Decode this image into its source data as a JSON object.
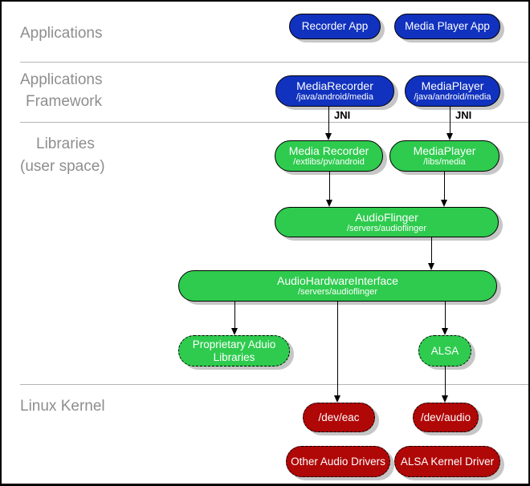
{
  "sections": {
    "applications": {
      "label": "Applications"
    },
    "framework": {
      "line1": "Applications",
      "line2": "Framework"
    },
    "libraries": {
      "line1": "Libraries",
      "line2": "(user space)"
    },
    "kernel": {
      "label": "Linux Kernel"
    }
  },
  "edge_labels": {
    "jni_left": "JNI",
    "jni_right": "JNI"
  },
  "nodes": {
    "recorder_app": {
      "label": "Recorder App"
    },
    "media_player_app": {
      "label": "Media Player App"
    },
    "media_recorder_fw": {
      "label": "MediaRecorder",
      "path": "/java/android/media"
    },
    "media_player_fw": {
      "label": "MediaPlayer",
      "path": "/java/android/media"
    },
    "media_recorder_lib": {
      "label": "Media Recorder",
      "path": "/extlibs/pv/android"
    },
    "media_player_lib": {
      "label": "MediaPlayer",
      "path": "/libs/media"
    },
    "audio_flinger": {
      "label": "AudioFlinger",
      "path": "/servers/audioflinger"
    },
    "audio_hw": {
      "label": "AudioHardwareInterface",
      "path": "/servers/audioflinger"
    },
    "proprietary": {
      "line1": "Proprietary Aduio",
      "line2": "Libraries"
    },
    "alsa": {
      "label": "ALSA"
    },
    "dev_eac": {
      "label": "/dev/eac"
    },
    "dev_audio": {
      "label": "/dev/audio"
    },
    "other_drivers": {
      "label": "Other Audio Drivers"
    },
    "alsa_driver": {
      "label": "ALSA Kernel Driver"
    }
  },
  "colors": {
    "app_blue": "#1132bf",
    "lib_green": "#2ecb4e",
    "kernel_red": "#b00707",
    "shadow_gray": "#c6c6c6",
    "section_label_gray": "#8e8e8e",
    "divider_gray": "#b4b4b4"
  }
}
